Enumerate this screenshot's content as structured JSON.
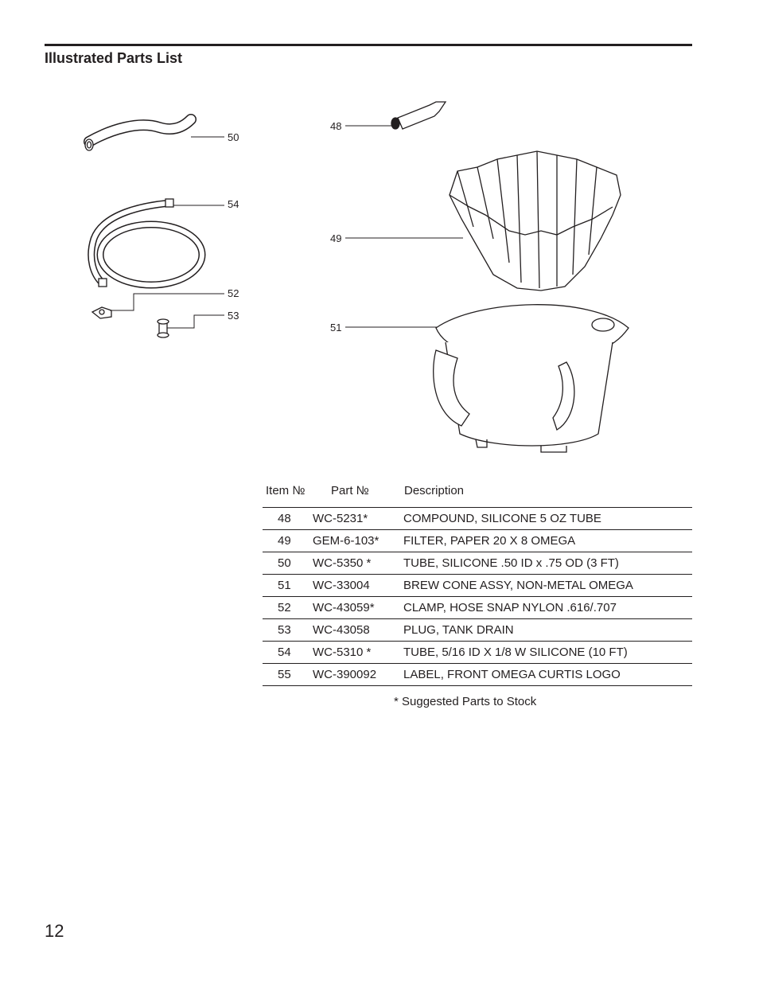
{
  "header": {
    "title": "Illustrated Parts List"
  },
  "callouts": [
    "48",
    "49",
    "50",
    "51",
    "52",
    "53",
    "54"
  ],
  "table": {
    "headers": {
      "item": "Item №",
      "part": "Part №",
      "description": "Description"
    },
    "rows": [
      {
        "item": "48",
        "part": "WC-5231*",
        "description": "COMPOUND, SILICONE 5 OZ TUBE"
      },
      {
        "item": "49",
        "part": "GEM-6-103*",
        "description": "FILTER, PAPER 20 X 8 OMEGA"
      },
      {
        "item": "50",
        "part": "WC-5350 *",
        "description": "TUBE, SILICONE .50 ID x .75 OD (3 FT)"
      },
      {
        "item": "51",
        "part": "WC-33004",
        "description": "BREW CONE ASSY, NON-METAL OMEGA"
      },
      {
        "item": "52",
        "part": "WC-43059*",
        "description": "CLAMP, HOSE SNAP NYLON .616/.707"
      },
      {
        "item": "53",
        "part": "WC-43058",
        "description": "PLUG, TANK DRAIN"
      },
      {
        "item": "54",
        "part": "WC-5310 *",
        "description": "TUBE, 5/16 ID X 1/8 W SILICONE (10 FT)"
      },
      {
        "item": "55",
        "part": "WC-390092",
        "description": "LABEL, FRONT OMEGA CURTIS LOGO"
      }
    ]
  },
  "footnote": "* Suggested Parts to Stock",
  "page_number": "12"
}
